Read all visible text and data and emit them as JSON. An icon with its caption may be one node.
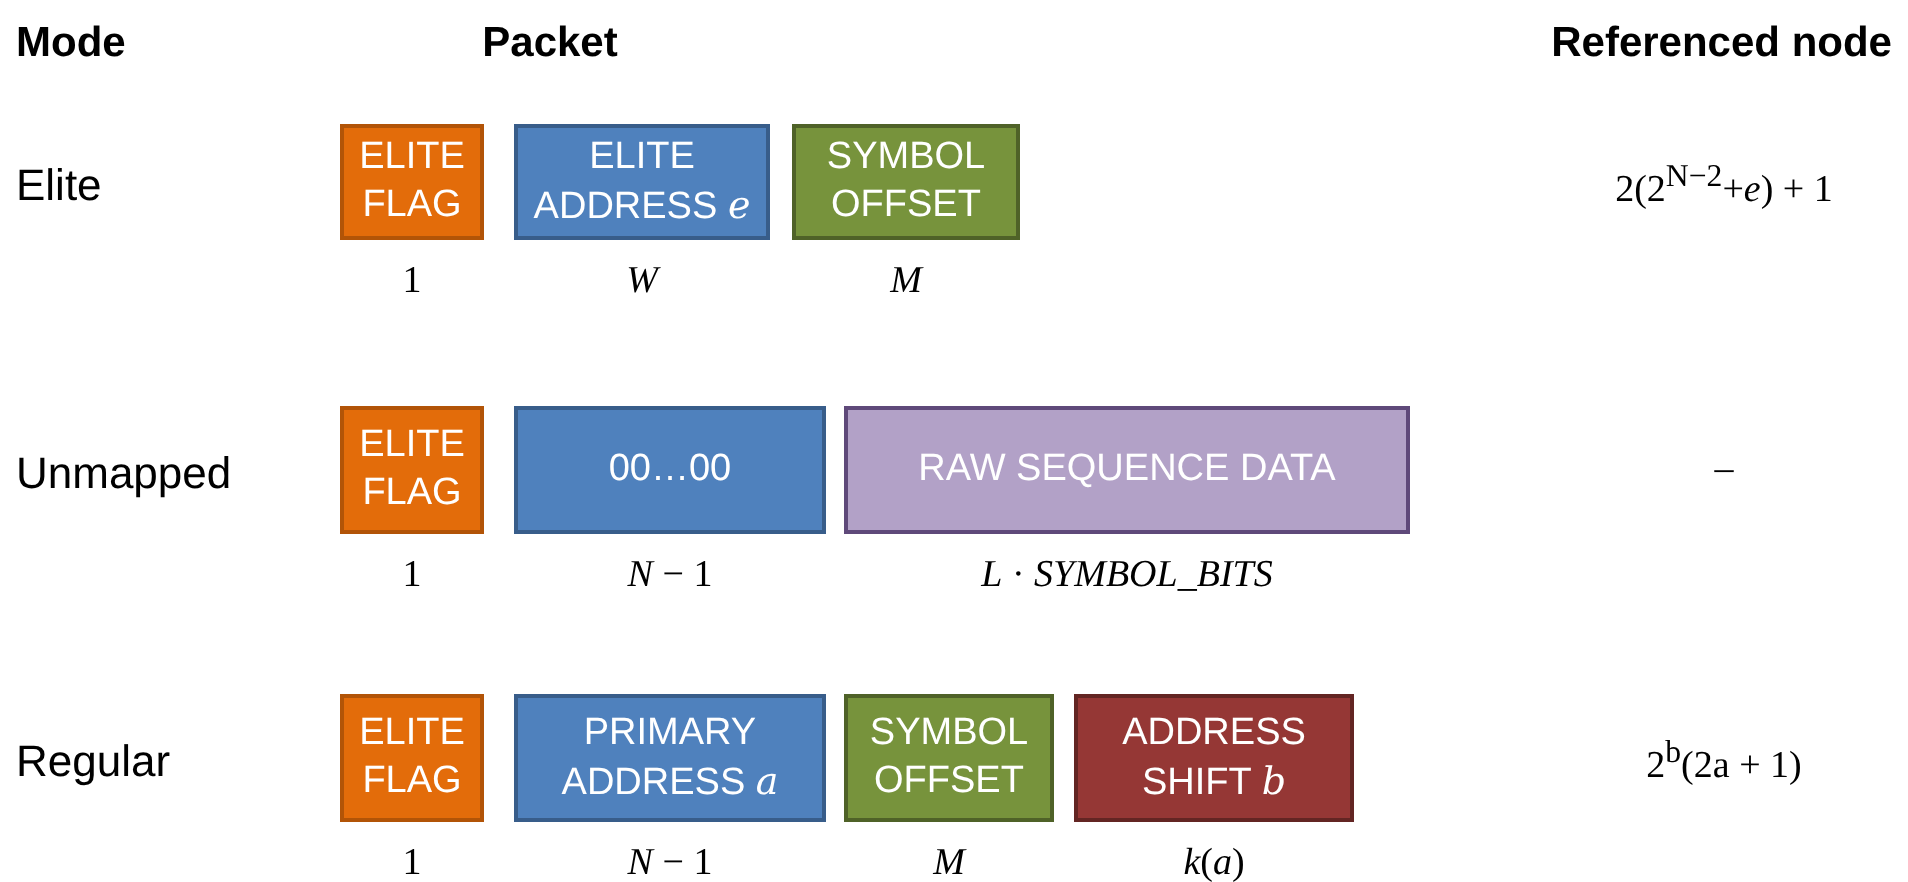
{
  "diagram": {
    "nodes": [
      {
        "text": [
          "ELITE FLAG"
        ],
        "beside": [
          "1"
        ]
      },
      {
        "text": [
          "ELITE ADDRESS *e*"
        ],
        "beside": [
          "*W*"
        ]
      },
      {
        "text": [
          "SYMBOL OFFSET"
        ],
        "beside": [
          "*M*"
        ]
      },
      {
        "text": [
          "ELITE FLAG"
        ],
        "beside": [
          "1"
        ]
      },
      {
        "text": [
          "00…00"
        ],
        "beside": [
          "*N* − 1"
        ]
      },
      {
        "text": [
          "RAW SEQUENCE DATA"
        ],
        "beside": [
          "*L* · *SYMBOL_BITS*"
        ]
      },
      {
        "text": [
          "ELITE FLAG"
        ],
        "beside": [
          "1"
        ]
      },
      {
        "text": [
          "PRIMARY ADDRESS *a*"
        ],
        "beside": [
          "*N* − 1"
        ]
      },
      {
        "text": [
          "SYMBOL OFFSET"
        ],
        "beside": [
          "*M*"
        ]
      },
      {
        "text": [
          "ADDRESS SHIFT *b*"
        ],
        "beside": [
          "*k*(*a*)"
        ]
      }
    ],
    "labels": [
      "Mode",
      "Packet",
      "Referenced node",
      "Elite",
      "2(2$^{N−2}$+*e*) + 1",
      "Unmapped",
      "–",
      "Regular",
      "2$^{b}$(2a + 1)"
    ]
  }
}
